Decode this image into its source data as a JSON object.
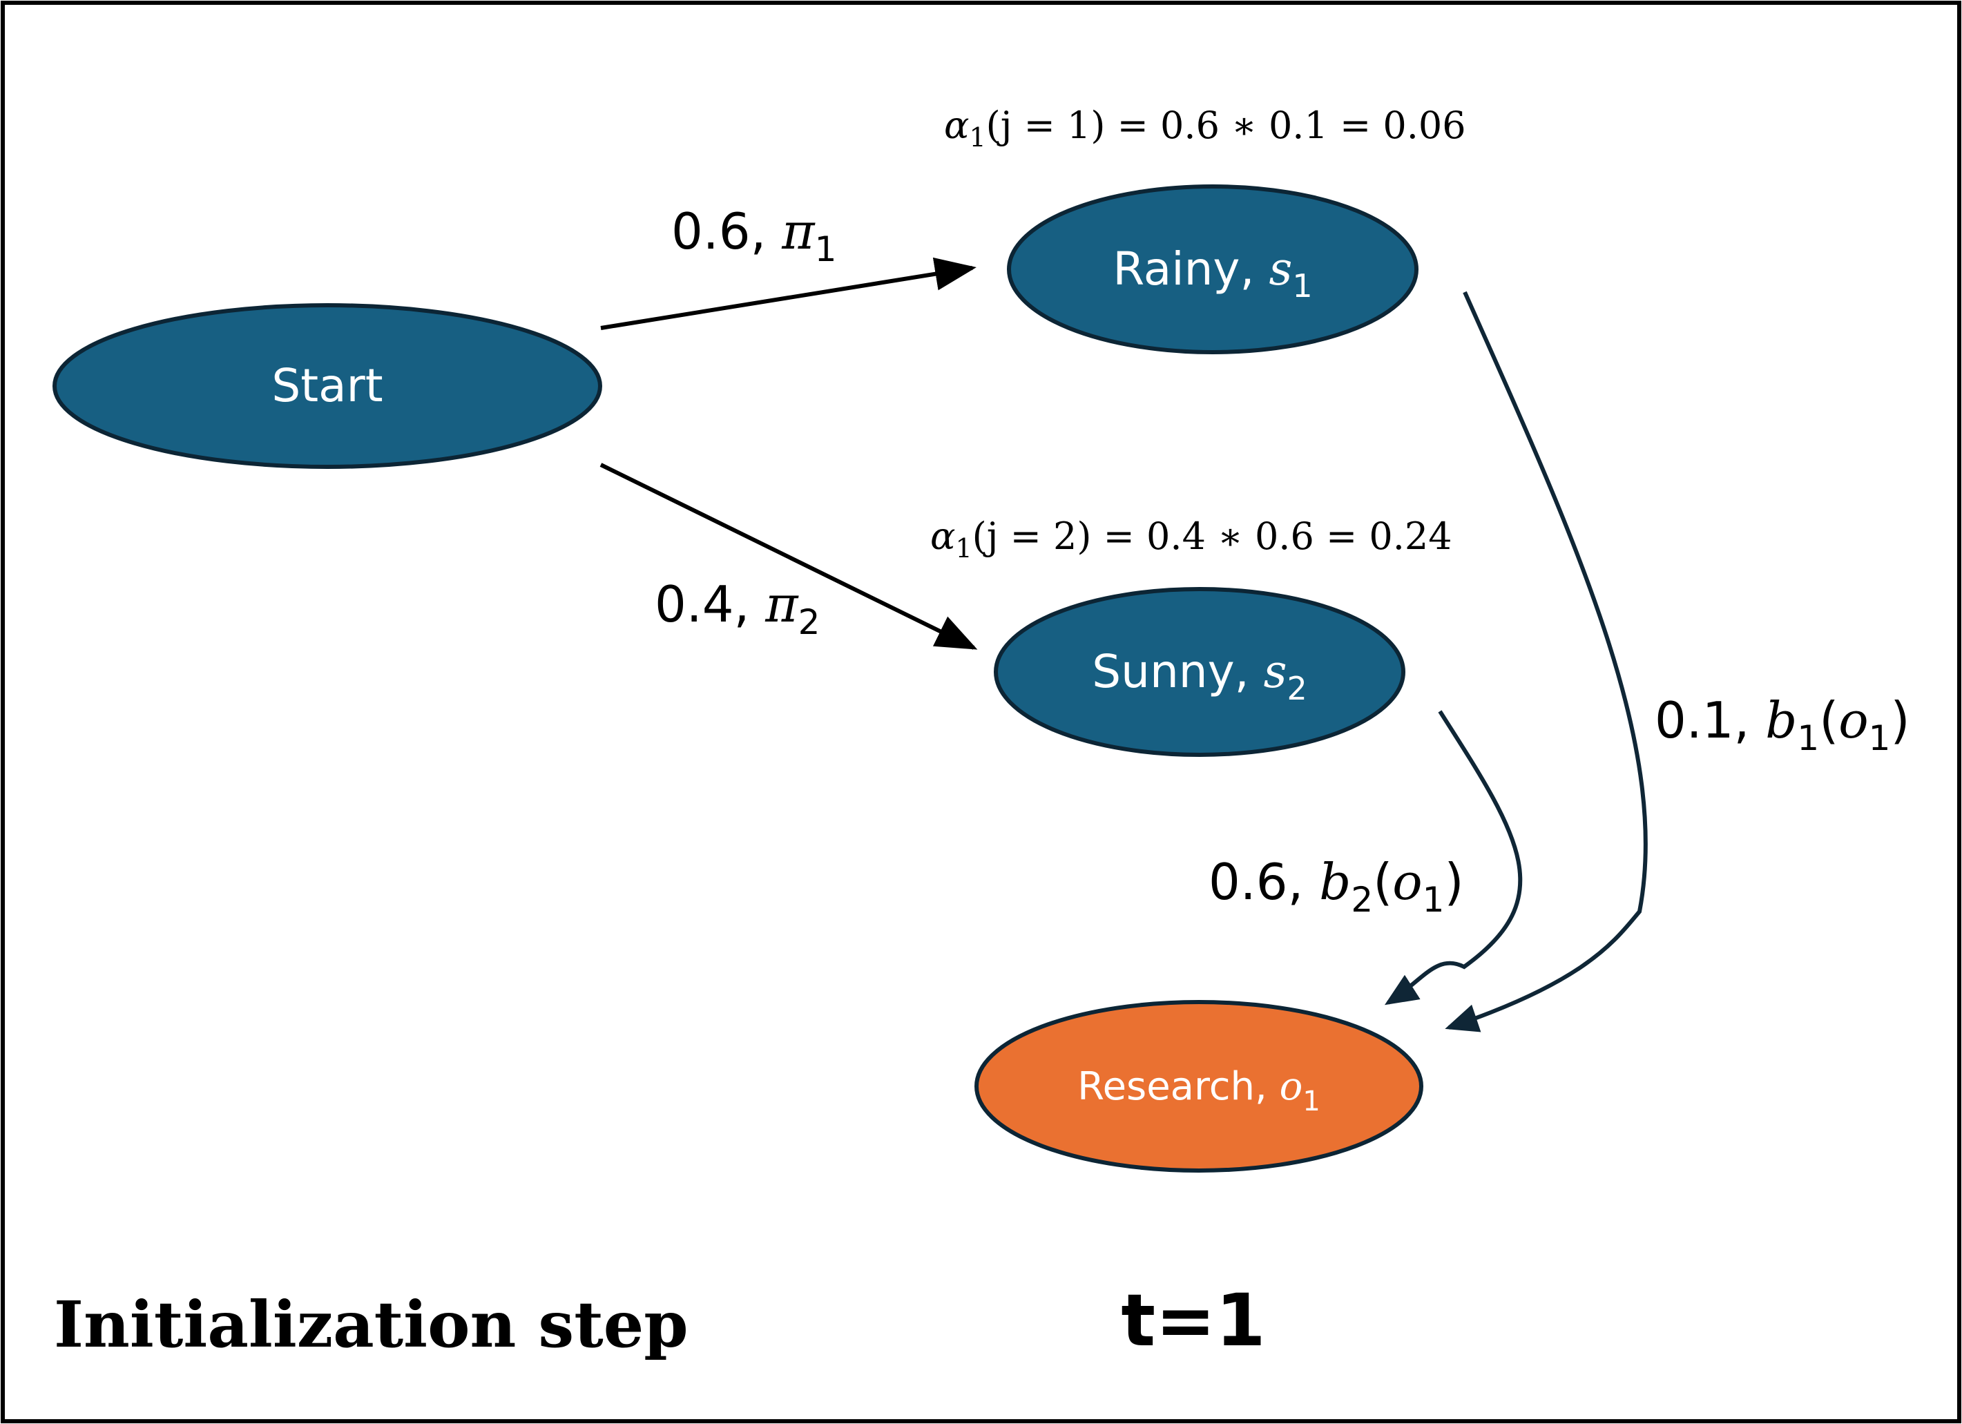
{
  "colors": {
    "state_fill": "#175f82",
    "observation_fill": "#ea7131",
    "outline": "#0c2535",
    "edge_dark": "#000000",
    "edge_navy": "#0f2636"
  },
  "nodes": {
    "start": {
      "label": "Start"
    },
    "rainy": {
      "label": "Rainy, ",
      "symbol": "s",
      "sub": "1"
    },
    "sunny": {
      "label": "Sunny, ",
      "symbol": "s",
      "sub": "2"
    },
    "research": {
      "label": "Research, ",
      "symbol": "o",
      "sub": "1"
    }
  },
  "edges": {
    "start_to_rainy": {
      "value": "0.6, ",
      "symbol": "π",
      "sub": "1"
    },
    "start_to_sunny": {
      "value": "0.4, ",
      "symbol": "π",
      "sub": "2"
    },
    "rainy_to_research": {
      "value": "0.1, ",
      "symbol": "b",
      "sub": "1",
      "arg_open": "(",
      "arg_symbol": "o",
      "arg_sub": "1",
      "arg_close": ")"
    },
    "sunny_to_research": {
      "value": "0.6, ",
      "symbol": "b",
      "sub": "2",
      "arg_open": "(",
      "arg_symbol": "o",
      "arg_sub": "1",
      "arg_close": ")"
    }
  },
  "formulas": {
    "alpha_rainy": {
      "symbol": "α",
      "sub": "1",
      "rest": "(j = 1) = 0.6 ∗ 0.1 = 0.06"
    },
    "alpha_sunny": {
      "symbol": "α",
      "sub": "1",
      "rest": "(j = 2) = 0.4 ∗ 0.6 = 0.24"
    }
  },
  "footer": {
    "step_label": "Initialization step",
    "time_label": "t=1"
  }
}
